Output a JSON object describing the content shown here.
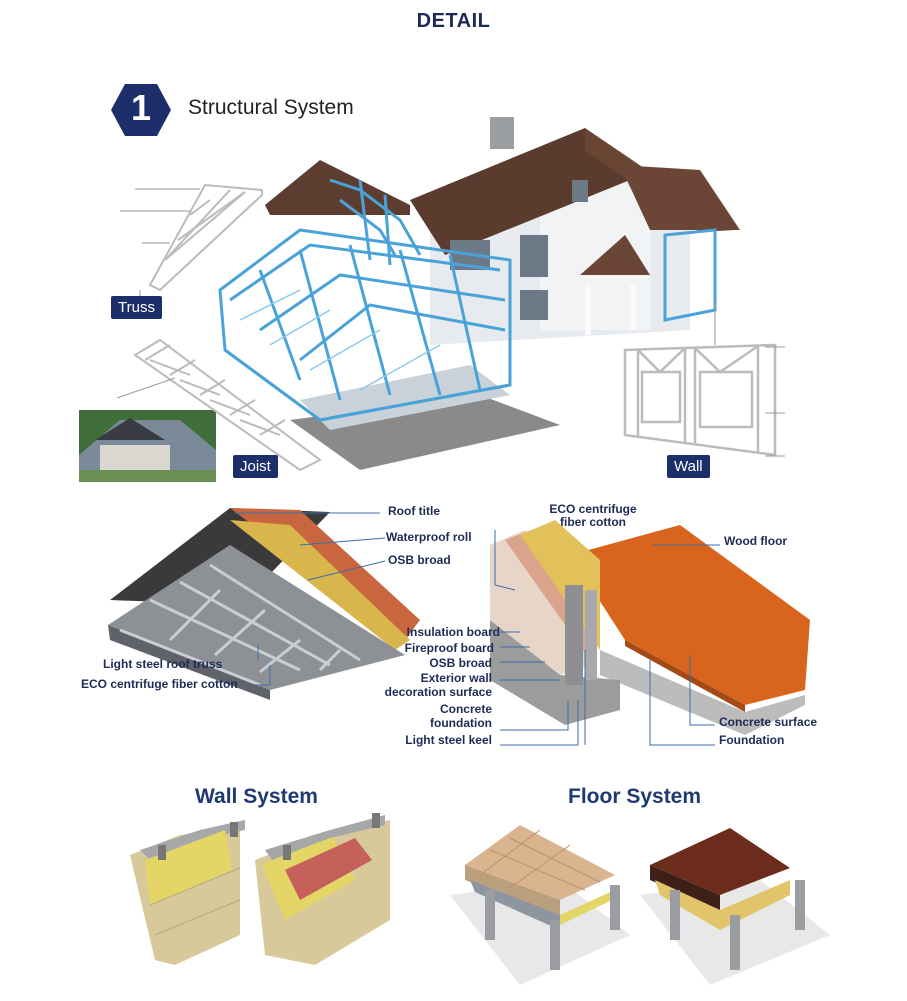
{
  "page": {
    "title": "DETAIL"
  },
  "section": {
    "number": "1",
    "title": "Structural System"
  },
  "structural_tags": {
    "truss": "Truss",
    "joist": "Joist",
    "wall": "Wall"
  },
  "roof_labels": {
    "roof_title": "Roof title",
    "waterproof_roll": "Waterproof roll",
    "osb_broad": "OSB broad",
    "light_steel_roof_truss": "Light steel roof truss",
    "eco_cotton": "ECO centrifuge fiber cotton"
  },
  "wall_floor_labels": {
    "eco_line1": "ECO centrifuge",
    "eco_line2": "fiber cotton",
    "wood_floor": "Wood floor",
    "insulation_board": "Insulation board",
    "fireproof_board": "Fireproof board",
    "osb_broad": "OSB broad",
    "exterior_line1": "Exterior wall",
    "exterior_line2": "decoration surface",
    "concrete_line1": "Concrete",
    "concrete_line2": "foundation",
    "light_steel_keel": "Light steel keel",
    "concrete_surface": "Concrete surface",
    "foundation": "Foundation"
  },
  "systems": {
    "wall": "Wall System",
    "floor": "Floor System"
  },
  "colors": {
    "navy": "#1c2f6b",
    "steel_blue": "#4aa3d8",
    "roof_brown": "#5a3b2e",
    "insulation_yellow": "#e6d25a",
    "wood_orange": "#d9641e"
  }
}
